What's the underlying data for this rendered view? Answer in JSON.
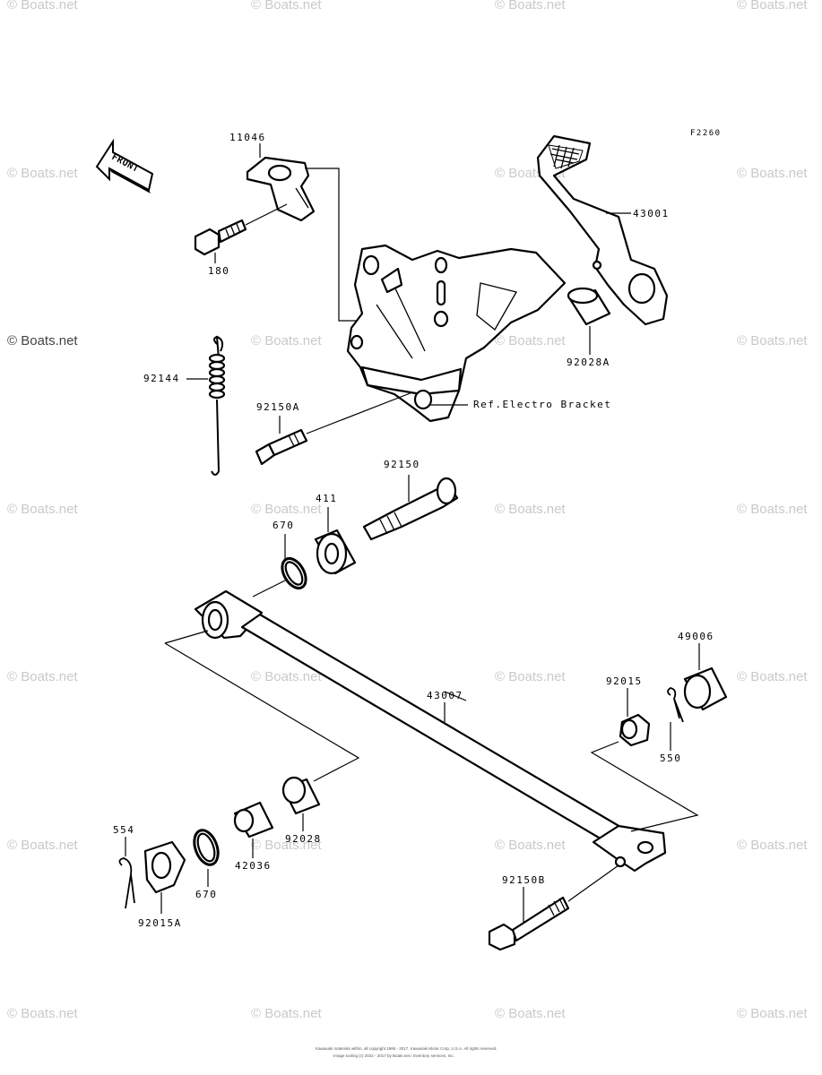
{
  "figure_code": "F2260",
  "front_label": "FRONT",
  "watermark": "© Boats.net",
  "callouts": {
    "p11046": "11046",
    "p180": "180",
    "p43001": "43001",
    "p92028A": "92028A",
    "p92144": "92144",
    "p92150A": "92150A",
    "ref": "Ref.Electro Bracket",
    "p92150": "92150",
    "p411": "411",
    "p670a": "670",
    "p49006": "49006",
    "p92015": "92015",
    "p43007": "43007",
    "p550": "550",
    "p554": "554",
    "p92028": "92028",
    "p42036": "42036",
    "p670b": "670",
    "p92015A": "92015A",
    "p92150B": "92150B"
  },
  "footer": {
    "line1": "Kawasaki materials within, all copyright 1995 - 2017, Kawasaki Motor Corp, U.S.A. All rights reserved.",
    "line2": "Image tooling (c) 2022 - 2017 by Boats.net / Inventory services, Inc."
  }
}
